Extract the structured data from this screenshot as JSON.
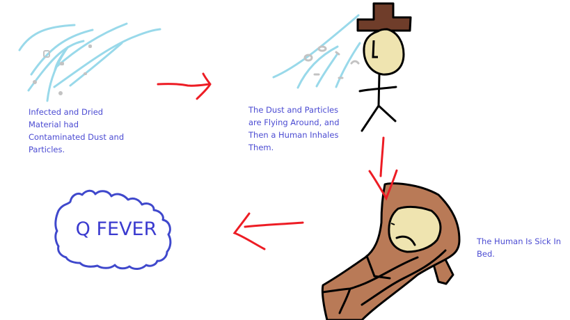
{
  "diagram": {
    "type": "process-flow",
    "steps": [
      {
        "id": "step-1",
        "caption": "Infected and Dried\nMaterial had\nContaminated Dust and\nParticles."
      },
      {
        "id": "step-2",
        "caption": "The Dust and Particles\nare Flying Around, and\nThen a Human Inhales\nThem."
      },
      {
        "id": "step-3",
        "caption": "The Human Is Sick In\nBed."
      },
      {
        "id": "step-4",
        "label": "Q FEVER"
      }
    ],
    "arrows": [
      {
        "from": "step-1",
        "to": "step-2",
        "direction": "right"
      },
      {
        "from": "step-2",
        "to": "step-3",
        "direction": "down"
      },
      {
        "from": "step-3",
        "to": "step-4",
        "direction": "left"
      }
    ]
  },
  "colors": {
    "wind": "#99d9ea",
    "dust": "#c3c3c3",
    "arrow": "#ed1c24",
    "text": "#4b4bd2",
    "cloud": "#3f48cc",
    "hat": "#6f3d2a",
    "skin": "#efe4b0",
    "bed": "#b97a57",
    "outline": "#000000"
  }
}
